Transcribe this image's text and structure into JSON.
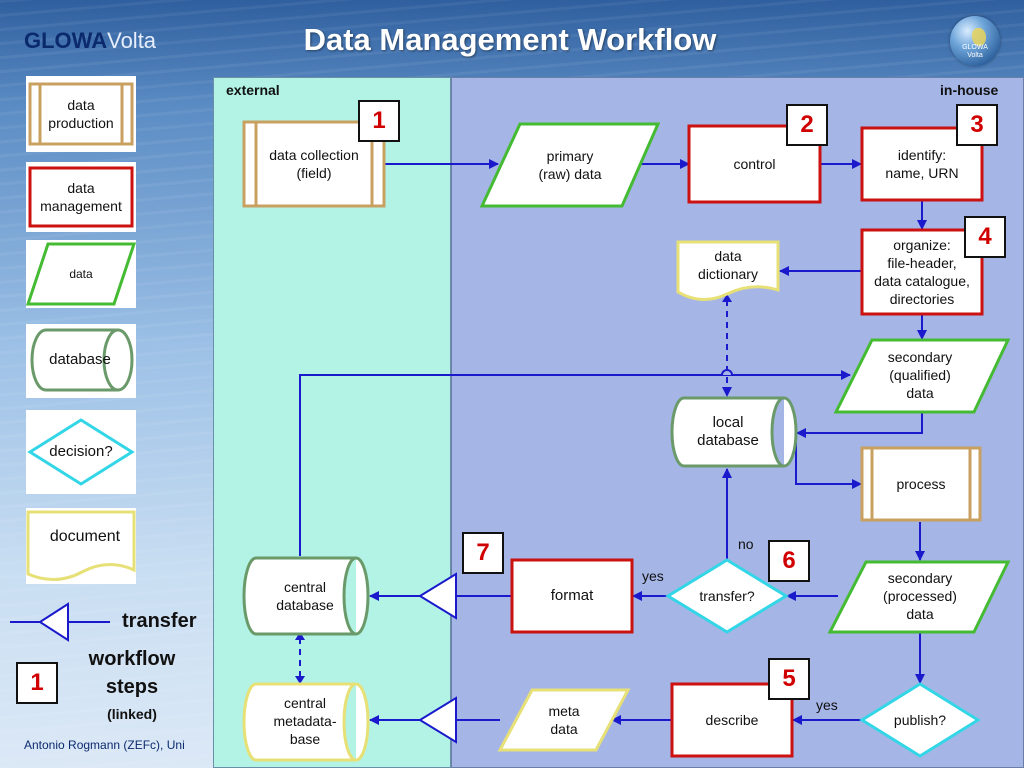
{
  "header": {
    "logo_part1": "GLOWA",
    "logo_part2": "Volta",
    "title": "Data Management Workflow",
    "globe_label_line1": "GLOWA",
    "globe_label_line2": "Volta"
  },
  "lanes": {
    "external": "external",
    "inhouse": "in-house"
  },
  "legend": {
    "data_production": "data\nproduction",
    "data_management": "data\nmanagement",
    "data": "data",
    "database": "database",
    "decision": "decision?",
    "document": "document",
    "transfer": "transfer",
    "step_number": "1",
    "workflow_steps_line1": "workflow",
    "workflow_steps_line2": "steps",
    "workflow_linked": "(linked)"
  },
  "nodes": {
    "data_collection": "data collection\n(field)",
    "primary_data": "primary\n(raw) data",
    "control": "control",
    "identify": "identify:\nname, URN",
    "organize": "organize:\nfile-header,\ndata catalogue,\ndirectories",
    "data_dictionary": "data\ndictionary",
    "secondary_qualified": "secondary\n(qualified)\ndata",
    "local_database": "local\ndatabase",
    "process": "process",
    "secondary_processed": "secondary\n(processed)\ndata",
    "transfer_decision": "transfer?",
    "format": "format",
    "central_database": "central\ndatabase",
    "central_metadata": "central\nmetadata-\nbase",
    "meta_data": "meta\ndata",
    "describe": "describe",
    "publish_decision": "publish?"
  },
  "edge_labels": {
    "transfer_yes": "yes",
    "transfer_no": "no",
    "publish_yes": "yes"
  },
  "steps": {
    "s1": "1",
    "s2": "2",
    "s3": "3",
    "s4": "4",
    "s5": "5",
    "s6": "6",
    "s7": "7"
  },
  "footer": "Antonio Rogmann (ZEFc), Uni",
  "colors": {
    "production_border": "#c8a060",
    "management_border": "#cc1111",
    "data_border": "#44bb33",
    "database_border": "#6a9a6a",
    "decision_border": "#33d6e6",
    "document_border": "#e6e077",
    "arrow": "#1a1acc"
  }
}
